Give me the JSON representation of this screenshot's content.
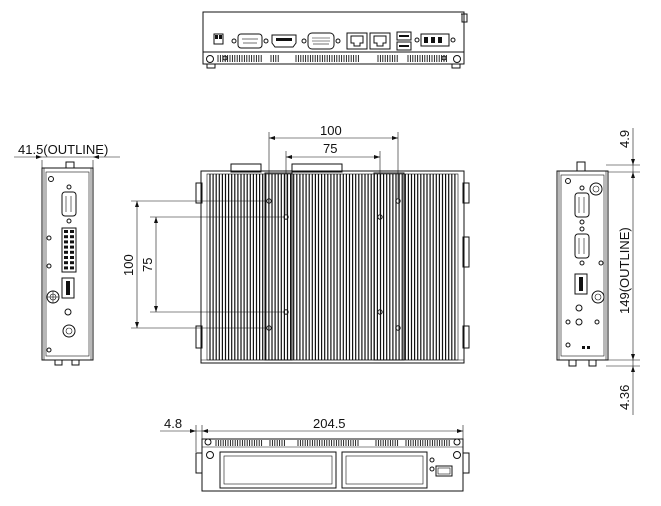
{
  "views": {
    "top": "rear-io-view",
    "left": "left-side-view",
    "center": "top-view-heatsink",
    "right": "right-side-view",
    "bottom": "front-view"
  },
  "dimensions": {
    "mount_outer_horizontal": "100",
    "mount_inner_horizontal": "75",
    "mount_outer_vertical": "100",
    "mount_inner_vertical": "75",
    "left_outline": "41.5(OUTLINE)",
    "right_top_offset": "4.9",
    "right_outline": "149(OUTLINE)",
    "right_bottom_offset": "4.36",
    "bottom_left_offset": "4.8",
    "bottom_width": "204.5"
  },
  "colors": {
    "line": "#111111",
    "background": "#ffffff"
  }
}
